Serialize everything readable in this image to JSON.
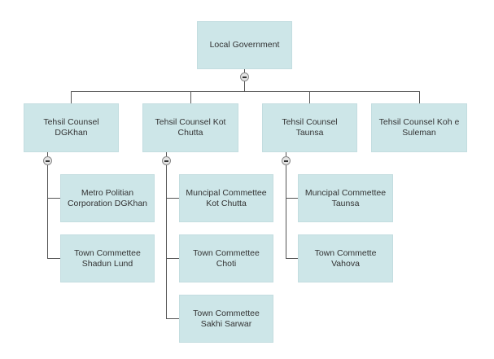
{
  "colors": {
    "node_fill": "#cde6e8",
    "connector": "#555555"
  },
  "root": {
    "label": "Local Government"
  },
  "branches": [
    {
      "label": "Tehsil Counsel DGKhan",
      "children": [
        "Metro Politian Corporation DGKhan",
        "Town Commettee Shadun Lund"
      ]
    },
    {
      "label": "Tehsil Counsel Kot Chutta",
      "children": [
        "Muncipal Commettee Kot Chutta",
        "Town Commettee Choti",
        "Town Commettee Sakhi Sarwar"
      ]
    },
    {
      "label": "Tehsil Counsel Taunsa",
      "children": [
        "Muncipal Commettee Taunsa",
        "Town Commette Vahova"
      ]
    },
    {
      "label": "Tehsil Counsel Koh e Suleman",
      "children": []
    }
  ],
  "toggle_icon": "collapse-minus-icon"
}
